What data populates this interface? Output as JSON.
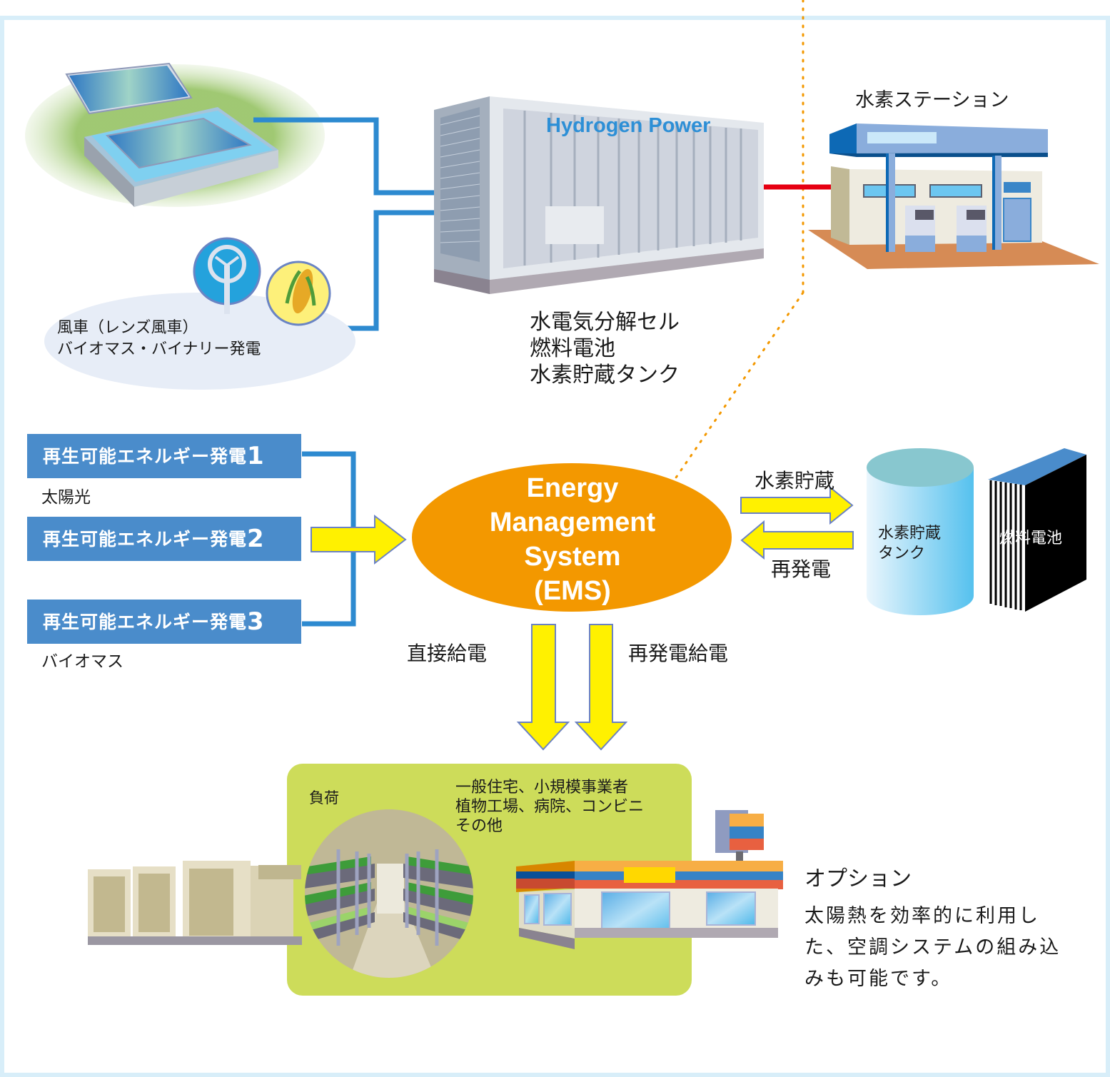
{
  "colors": {
    "frame": "#d8eef9",
    "pipe_blue": "#2d8ad0",
    "link_red": "#e60012",
    "dotted_orange": "#f39800",
    "ems_orange": "#f39800",
    "arrow_yellow": "#fff100",
    "arrow_border": "#6b82c4",
    "source_box": "#4a8ccb",
    "load_area": "#cddc5a"
  },
  "top": {
    "wind_biomass_caption": {
      "line1": "風車（レンズ風車）",
      "line2": "バイオマス・バイナリー発電"
    },
    "hydrogen_unit": {
      "label": "Hydrogen Power",
      "caption": [
        "水電気分解セル",
        "燃料電池",
        "水素貯蔵タンク"
      ]
    },
    "hydrogen_station": {
      "title": "水素ステーション"
    }
  },
  "sources": [
    {
      "label": "再生可能エネルギー発電",
      "number": "1",
      "sub": "太陽光"
    },
    {
      "label": "再生可能エネルギー発電",
      "number": "2",
      "sub": ""
    },
    {
      "label": "再生可能エネルギー発電",
      "number": "3",
      "sub": "バイオマス"
    }
  ],
  "ems": {
    "lines": [
      "Energy",
      "Management",
      "System",
      "(EMS)"
    ]
  },
  "storage": {
    "arrow_to_label": "水素貯蔵",
    "arrow_back_label": "再発電",
    "tank_label": [
      "水素貯蔵",
      "タンク"
    ],
    "fuel_cell_label": "燃料電池"
  },
  "supply": {
    "direct_label": "直接給電",
    "regen_label": "再発電給電"
  },
  "load": {
    "title": "負荷",
    "description": [
      "一般住宅、小規模事業者",
      "植物工場、病院、コンビニ",
      "その他"
    ]
  },
  "option": {
    "title": "オプション",
    "body": [
      "太陽熱を効率的に利用し",
      "た、空調システムの組み込",
      "みも可能です。"
    ]
  }
}
